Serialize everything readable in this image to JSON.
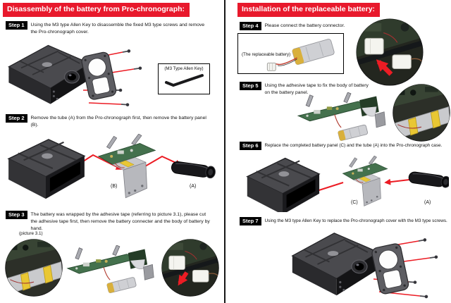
{
  "colors": {
    "header_red": "#e8192c",
    "arrow_red": "#ec1c24",
    "step_chip_bg": "#000000",
    "pcb_green": "#44714d",
    "tape_yellow": "#e9c733"
  },
  "left": {
    "header": "Disassembly of the battery from Pro-chronograph:",
    "steps": [
      {
        "label": "Step 1",
        "text": "Using the M3 type Allen Key to disassemble the fixed M3 type screws and remove the Pro-chronograph cover."
      },
      {
        "label": "Step 2",
        "text": "Remove the tube (A) from the Pro-chronograph first, then remove the battery panel (B)."
      },
      {
        "label": "Step 3",
        "text": "The battery was wrapped by the adhesive tape (referring to picture 3.1), please cut the adhesive tape first, then remove the battery connecter and the body of battery by hand."
      }
    ],
    "allen_key_caption": "(M3 Type Allen Key)",
    "picture_caption": "(picture 3.1)",
    "labels": {
      "panel_b": "(B)",
      "tube_a": "(A)"
    }
  },
  "right": {
    "header": "Installation of the replaceable battery:",
    "steps": [
      {
        "label": "Step 4",
        "text": "Please connect the battery connector."
      },
      {
        "label": "Step 5",
        "text": "Using the adhesive tape to fix the body of battery on the battery panel."
      },
      {
        "label": "Step 6",
        "text": "Replace the completed battery panel (C) and the tube (A) into the Pro-chronograph case."
      },
      {
        "label": "Step 7",
        "text": "Using the M3 type Allen Key to replace the Pro-chronograph cover with the M3 type screws."
      }
    ],
    "battery_caption": "(The replaceable battery)",
    "labels": {
      "panel_c": "(C)",
      "tube_a": "(A)"
    }
  },
  "icons": [
    "allen-key-icon",
    "chronograph-device-icon",
    "cover-plate-icon",
    "screw-icon",
    "battery-panel-icon",
    "tube-icon",
    "battery-pack-icon",
    "connector-icon",
    "red-arrow-icon"
  ]
}
